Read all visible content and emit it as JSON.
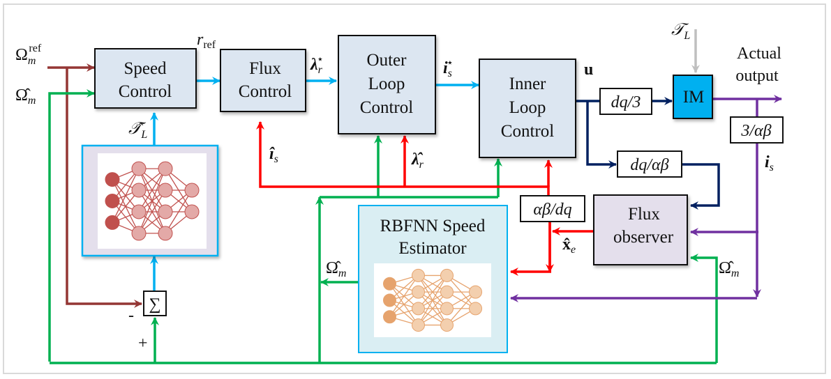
{
  "diagram": {
    "blocks": {
      "speed_control": [
        "Speed",
        "Control"
      ],
      "flux_control": [
        "Flux",
        "Control"
      ],
      "outer_loop": [
        "Outer",
        "Loop",
        "Control"
      ],
      "inner_loop": [
        "Inner",
        "Loop",
        "Control"
      ],
      "im": "IM",
      "flux_observer": [
        "Flux",
        "observer"
      ],
      "rbfnn": [
        "RBFNN Speed",
        "Estimator"
      ],
      "sum": "∑"
    },
    "transforms": {
      "dq3": "dq/3",
      "dq_ab": "dq/αβ",
      "three_ab": "3/αβ",
      "ab_dq": "αβ/dq"
    },
    "signals": {
      "omega_ref": {
        "base": "Ω",
        "sub": "m",
        "sup": "ref"
      },
      "omega_hat": {
        "base": "Ω̂",
        "sub": "m"
      },
      "r_ref": {
        "base": "r",
        "sub": "ref"
      },
      "lambda_star": {
        "base": "λ",
        "sub": "r",
        "sup": "⋆"
      },
      "is_star": {
        "base": "i",
        "sub": "s",
        "sup": "⋆"
      },
      "u": "u",
      "tl": {
        "base": "𝒯",
        "sub": "L"
      },
      "tl_hat": {
        "base": "𝒯̂",
        "sub": "L"
      },
      "is_hat": {
        "base": "î",
        "sub": "s"
      },
      "lambda_hat": {
        "base": "λ̂",
        "sub": "r"
      },
      "is": {
        "base": "i",
        "sub": "s"
      },
      "xe_hat": {
        "base": "x̂",
        "sub": "e"
      },
      "actual_output": [
        "Actual",
        "output"
      ],
      "minus": "-",
      "plus": "+"
    },
    "colors": {
      "ref_line": "#943634",
      "omega_line": "#00b050",
      "cyan_line": "#00b0f0",
      "red_line": "#ff0000",
      "navy_line": "#002060",
      "purple_line": "#7030a0",
      "tl_line": "#bfbfbf",
      "block_fill": "#dce6f1",
      "im_fill": "#00b0f0",
      "observer_fill": "#e4dfec",
      "nn_panel_fill": "#e4dfec",
      "rbfnn_fill": "#daeef3",
      "nn1_node": "#c0504d",
      "nn2_node": "#e6a36d"
    }
  }
}
